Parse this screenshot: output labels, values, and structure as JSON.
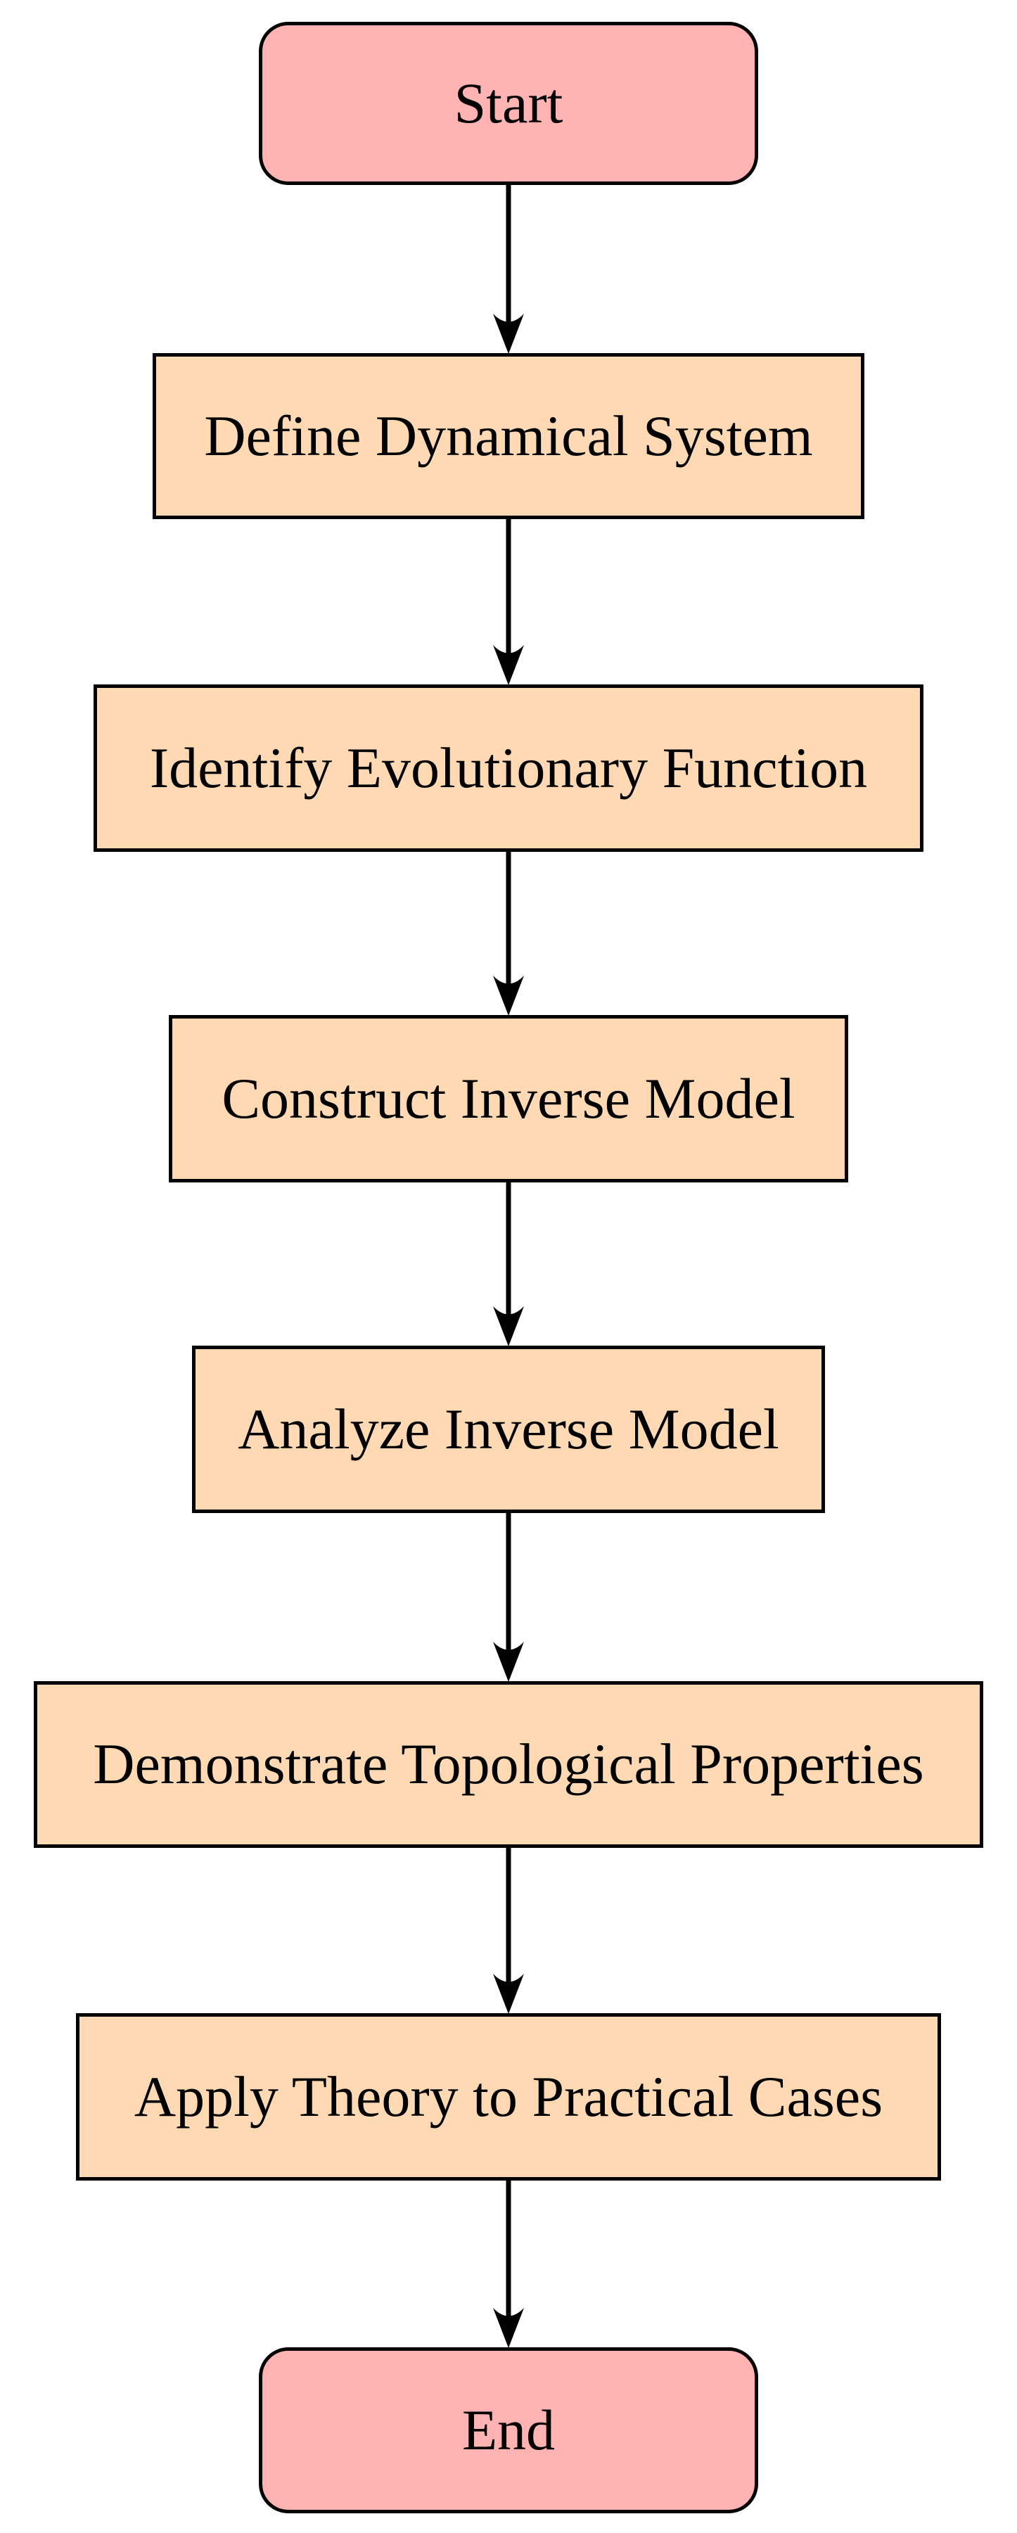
{
  "diagram": {
    "type": "flowchart",
    "direction": "top-to-bottom",
    "background_color": "#ffffff",
    "outline_color": "#000000",
    "text_color": "#000000",
    "arrow_color": "#000000",
    "terminal_fill_color": "#ffb3b3",
    "process_fill_color": "#ffd9b3",
    "nodes": [
      {
        "id": "start",
        "label": "Start",
        "shape": "rounded-rectangle",
        "role": "terminal"
      },
      {
        "id": "define",
        "label": "Define Dynamical System",
        "shape": "rectangle",
        "role": "process"
      },
      {
        "id": "identify",
        "label": "Identify Evolutionary Function",
        "shape": "rectangle",
        "role": "process"
      },
      {
        "id": "construct",
        "label": "Construct Inverse Model",
        "shape": "rectangle",
        "role": "process"
      },
      {
        "id": "analyze",
        "label": "Analyze Inverse Model",
        "shape": "rectangle",
        "role": "process"
      },
      {
        "id": "demonstrate",
        "label": "Demonstrate Topological Properties",
        "shape": "rectangle",
        "role": "process"
      },
      {
        "id": "apply",
        "label": "Apply Theory to Practical Cases",
        "shape": "rectangle",
        "role": "process"
      },
      {
        "id": "end",
        "label": "End",
        "shape": "rounded-rectangle",
        "role": "terminal"
      }
    ],
    "edges": [
      {
        "from": "start",
        "to": "define"
      },
      {
        "from": "define",
        "to": "identify"
      },
      {
        "from": "identify",
        "to": "construct"
      },
      {
        "from": "construct",
        "to": "analyze"
      },
      {
        "from": "analyze",
        "to": "demonstrate"
      },
      {
        "from": "demonstrate",
        "to": "apply"
      },
      {
        "from": "apply",
        "to": "end"
      }
    ]
  }
}
